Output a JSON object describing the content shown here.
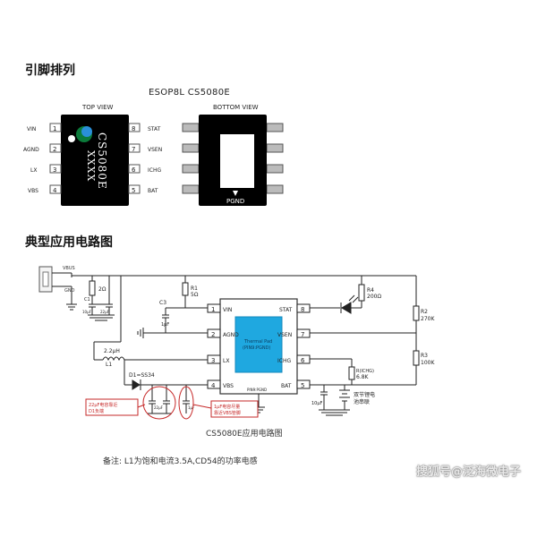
{
  "sections": {
    "pinout_title": "引脚排列",
    "circuit_title": "典型应用电路图"
  },
  "package": {
    "title": "ESOP8L  CS5080E",
    "top_view": "TOP VIEW",
    "bottom_view": "BOTTOM VIEW",
    "chip_marking_1": "CS5080E",
    "chip_marking_2": "XXXX",
    "left_pins": [
      {
        "num": "1",
        "name": "VIN"
      },
      {
        "num": "2",
        "name": "AGND"
      },
      {
        "num": "3",
        "name": "LX"
      },
      {
        "num": "4",
        "name": "VBS"
      }
    ],
    "right_pins": [
      {
        "num": "8",
        "name": "STAT"
      },
      {
        "num": "7",
        "name": "VSEN"
      },
      {
        "num": "6",
        "name": "ICHG"
      },
      {
        "num": "5",
        "name": "BAT"
      }
    ],
    "pad_label": "PGND"
  },
  "circuit": {
    "ic_pins_left": [
      {
        "num": "1",
        "name": "VIN"
      },
      {
        "num": "2",
        "name": "AGND"
      },
      {
        "num": "3",
        "name": "LX"
      },
      {
        "num": "4",
        "name": "VBS"
      }
    ],
    "ic_pins_right": [
      {
        "num": "8",
        "name": "STAT"
      },
      {
        "num": "7",
        "name": "VSEN"
      },
      {
        "num": "6",
        "name": "ICHG"
      },
      {
        "num": "5",
        "name": "BAT"
      }
    ],
    "thermal_pad_1": "Thermal Pad",
    "thermal_pad_2": "(PIN9:PGND)",
    "ic_bottom_label": "PIN9:PGND",
    "usb_label": "VBUS",
    "usb_gnd": "GND",
    "r_2ohm": "2Ω",
    "c1": "C1",
    "c1_val": "10μF",
    "c2_val": "22μF",
    "r1": "R1",
    "r1_val": "5Ω",
    "c3": "C3",
    "c3_val": "1μF",
    "inductor_val": "2.2μH",
    "inductor": "L1",
    "diode": "D1=SS34",
    "c_22uf": "22μF",
    "c_1uf": "1μF",
    "r4": "R4",
    "r4_val": "200Ω",
    "r2": "R2",
    "r2_val": "270K",
    "r3": "R3",
    "r3_val": "100K",
    "richg": "R(ICHG)",
    "richg_val": "6.8K",
    "c_bat_val": "10μF",
    "battery_label_1": "双节锂电",
    "battery_label_2": "池串联",
    "note_box_1_line1": "22μF电容靠近",
    "note_box_1_line2": "D1负端",
    "note_box_2_line1": "1μF电容尽量",
    "note_box_2_line2": "靠近VBS管脚",
    "caption": "CS5080E应用电路图",
    "note": "备注: L1为饱和电流3.5A,CD54的功率电感"
  },
  "watermark": "搜狐号@泛海微电子",
  "colors": {
    "chip_body": "#000000",
    "thermal_pad": "#1fa8e0",
    "annotation_red": "#c62828",
    "wire": "#222222"
  }
}
